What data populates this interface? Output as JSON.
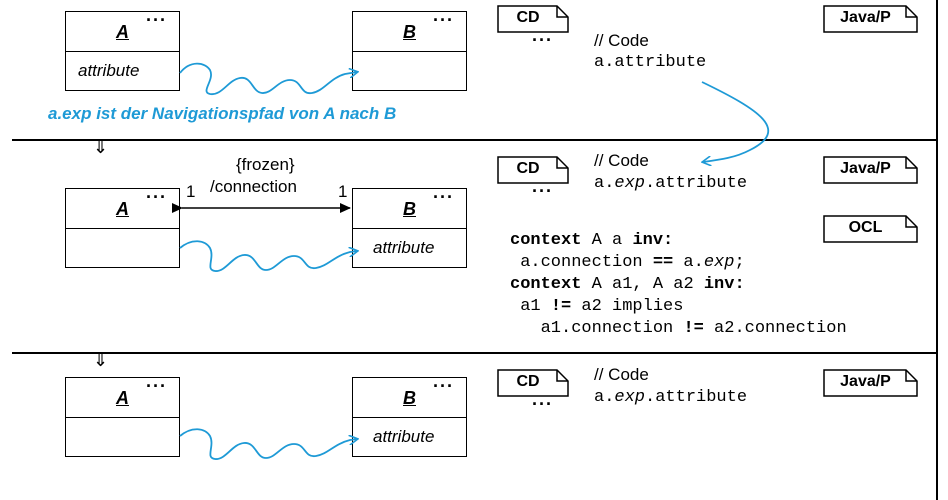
{
  "classes": {
    "a_name": "A",
    "b_name": "B",
    "dots": "···",
    "attribute": "attribute"
  },
  "tags": {
    "cd": "CD",
    "java": "Java/P",
    "ocl": "OCL"
  },
  "code": {
    "comment": "// Code",
    "a_attribute": "a.attribute",
    "a_prefix": "a.",
    "exp": "exp",
    "attribute_suffix": ".attribute"
  },
  "section1": {
    "navigation_text": "a.exp ist der Navigationspfad von A nach B"
  },
  "section2": {
    "association_label_1": "{frozen}",
    "association_label_2": "/connection",
    "multiplicity_left": "1",
    "multiplicity_right": "1",
    "ocl": {
      "context": "context",
      "inv": "inv:",
      "line1_rest": " A a ",
      "line2_start": " a.connection ",
      "eq": "==",
      "line2_mid": " a.",
      "line2_end": ";",
      "line3_rest": " A a1, A a2 ",
      "line4_start": " a1 ",
      "neq": "!=",
      "line4_end": " a2 implies",
      "line5_start": "   a1.connection ",
      "line5_end": " a2.connection"
    }
  },
  "colors": {
    "accent": "#1e9ad6",
    "line": "#000000"
  },
  "icons": {
    "down_arrow": "double-down-arrow-icon",
    "refinement": "⇓"
  }
}
